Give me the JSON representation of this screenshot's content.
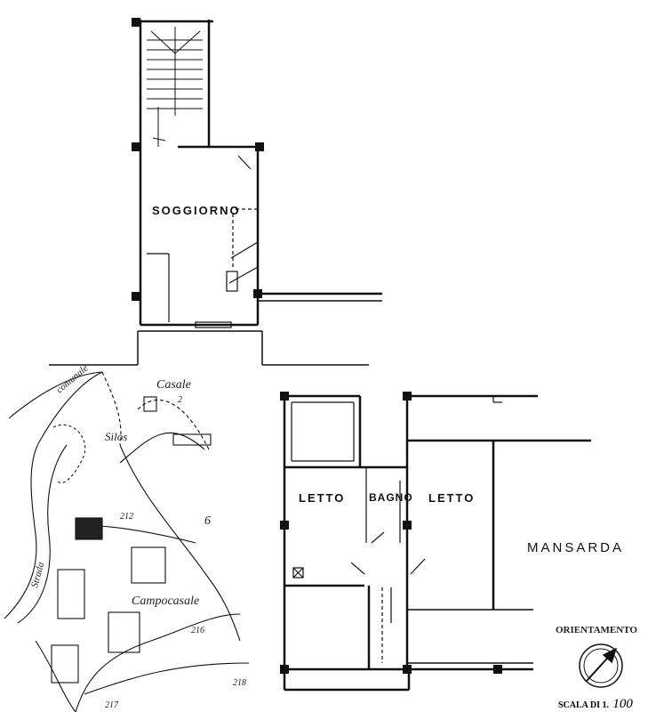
{
  "rooms": {
    "soggiorno": "SOGGIORNO",
    "letto_1": "LETTO",
    "bagno": "BAGNO",
    "letto_2": "LETTO"
  },
  "floor_label": "MANSARDA",
  "orientation_label": "ORIENTAMENTO",
  "scale": {
    "label": "SCALA DI 1.",
    "value": "100"
  },
  "site_map": {
    "road_1": "comunale",
    "road_2": "Strada",
    "casale": "Casale",
    "casale_num": "2",
    "silos": "Silos",
    "locality": "Campocasale",
    "parcels": [
      "212",
      "6",
      "216",
      "218",
      "217"
    ]
  },
  "colors": {
    "ink": "#111111",
    "paper": "#ffffff"
  }
}
